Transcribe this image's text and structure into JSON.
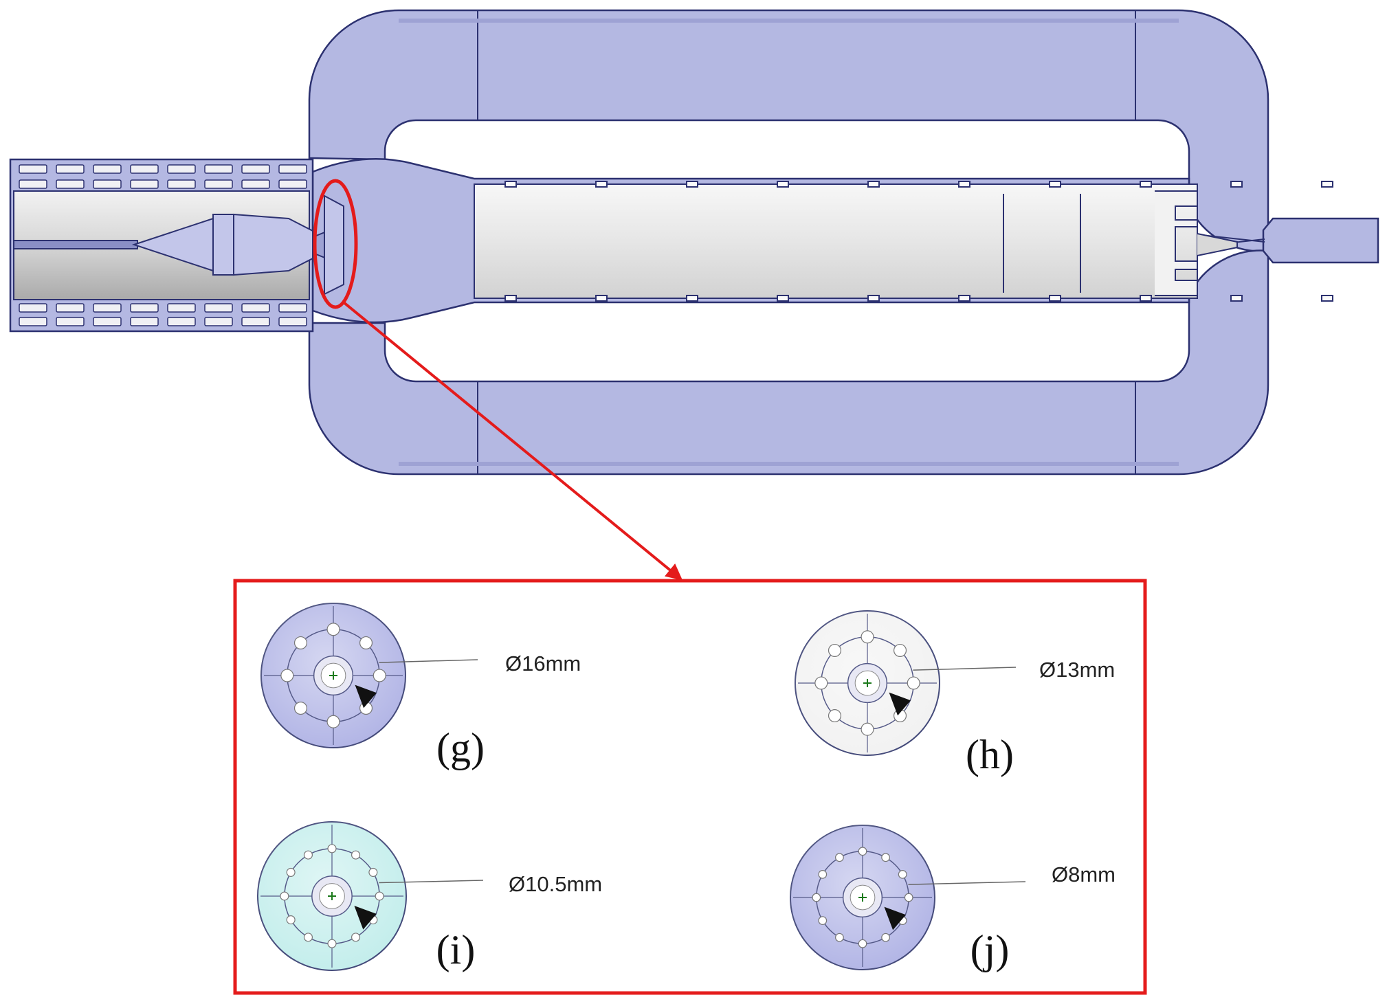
{
  "figure": {
    "colors": {
      "housing_fill": "#b4b8e2",
      "housing_stroke": "#2c3170",
      "housing_inner": "#c8cbee",
      "tube_fill": "#eaeaea",
      "callout_red": "#e41b1b",
      "disk_blue": "#b3b6e6",
      "disk_white": "#f2f2f2",
      "disk_cyan": "#c4eeec"
    },
    "orifices": [
      {
        "label": "(g)",
        "diameter": "Ø16mm",
        "color": "#b3b6e6",
        "hole_count": 8
      },
      {
        "label": "(h)",
        "diameter": "Ø13mm",
        "color": "#f2f2f2",
        "hole_count": 8
      },
      {
        "label": "(i)",
        "diameter": "Ø10.5mm",
        "color": "#c4eeec",
        "hole_count": 12
      },
      {
        "label": "(j)",
        "diameter": "Ø8mm",
        "color": "#b3b6e6",
        "hole_count": 12
      }
    ]
  }
}
